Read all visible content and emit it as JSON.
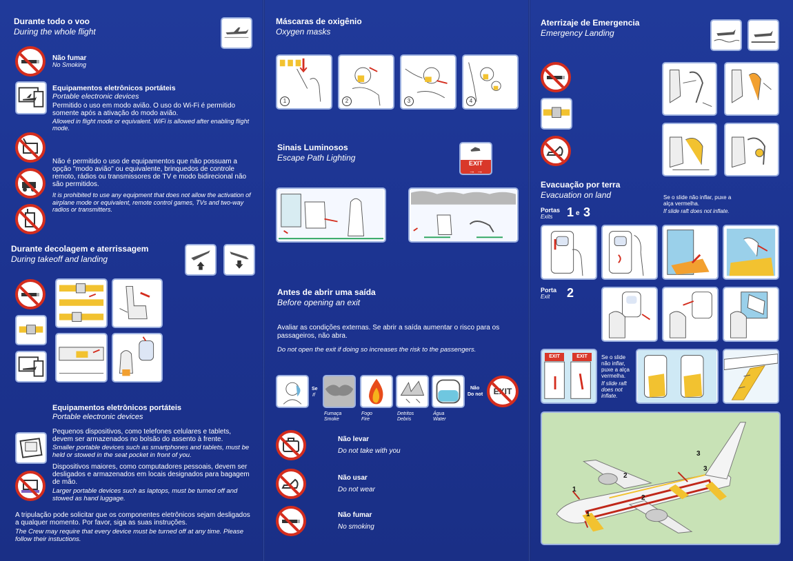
{
  "left": {
    "during_flight": {
      "title_pt": "Durante todo o voo",
      "title_en": "During the whole flight"
    },
    "no_smoking": {
      "pt": "Não fumar",
      "en": "No Smoking"
    },
    "ped": {
      "title_pt": "Equipamentos eletrônicos portáteis",
      "title_en": "Portable electronic devices",
      "body_pt": "Permitido o uso em modo avião. O uso do Wi-Fi é permitido somente após a ativação do modo avião.",
      "body_en": "Allowed in flight mode or equivalent. WiFi is allowed after enabling flight mode."
    },
    "prohibited": {
      "pt": "Não é permitido o uso de equipamentos  que não possuam a opção \"modo avião\" ou equivalente, brinquedos de controle remoto, rádios ou transmissores de TV e modo bidirecional não são permitidos.",
      "en": "It is prohibited to use any equipment that does not allow the activation of airplane mode or equivalent, remote control games, TVs and two-way radios or transmitters."
    },
    "takeoff": {
      "title_pt": "Durante decolagem e aterrissagem",
      "title_en": "During takeoff and landing"
    },
    "ped2": {
      "title_pt": "Equipamentos eletrônicos portáteis",
      "title_en": "Portable electronic devices",
      "small_pt": "Pequenos dispositivos, como telefones celulares e tablets, devem ser armazenados no bolsão do assento à frente.",
      "small_en": "Smaller portable devices such as smartphones and tablets, must be held or stowed in the seat pocket in front of you.",
      "large_pt": "Dispositivos maiores, como computadores pessoais, devem ser desligados e armazenados em locais designados para bagagem de mão.",
      "large_en": "Larger portable devices such as laptops, must be turned off and stowed as hand luggage.",
      "crew_pt": "A tripulação pode solicitar que os componentes eletrônicos sejam desligados a qualquer momento. Por favor, siga as suas instruções.",
      "crew_en": "The Crew may require that every device must be turned off at any time. Please follow their instuctions."
    }
  },
  "middle": {
    "oxygen": {
      "title_pt": "Máscaras de oxigênio",
      "title_en": "Oxygen masks",
      "steps": [
        "1",
        "2",
        "3",
        "4"
      ]
    },
    "lighting": {
      "title_pt": "Sinais Luminosos",
      "title_en": "Escape Path Lighting",
      "exit_sign": "EXIT",
      "exit_arrows": "→ →"
    },
    "before_exit": {
      "title_pt": "Antes de abrir uma saída",
      "title_en": "Before opening an exit",
      "body_pt": "Avaliar as condições externas. Se abrir a saída aumentar o risco para os passageiros, não abra.",
      "body_en": "Do not open the exit if doing so increases the risk to the passengers.",
      "se_pt": "Se",
      "se_en": "If",
      "hazards": [
        {
          "pt": "Fumaça",
          "en": "Smoke"
        },
        {
          "pt": "Fogo",
          "en": "Fire"
        },
        {
          "pt": "Detritos",
          "en": "Debris"
        },
        {
          "pt": "Água",
          "en": "Water"
        }
      ],
      "nao_pt": "Não",
      "nao_en": "Do not",
      "exit_word": "EXIT"
    },
    "rules": [
      {
        "pt": "Não levar",
        "en": "Do not take with you"
      },
      {
        "pt": "Não usar",
        "en": "Do not wear"
      },
      {
        "pt": "Não fumar",
        "en": "No smoking"
      }
    ]
  },
  "right": {
    "emergency": {
      "title_pt": "Aterrizaje de Emergencia",
      "title_en": "Emergency Landing"
    },
    "evac": {
      "title_pt": "Evacuação por terra",
      "title_en": "Evacuation on land",
      "slide_note_pt": "Se o slide não inflar, puxe a alça vermelha.",
      "slide_note_en": "If slide raft does not inflate.",
      "doors_pt": "Portas",
      "doors_en": "Exits",
      "doors_num_a": "1",
      "doors_e": "e",
      "doors_num_b": "3",
      "door_pt": "Porta",
      "door_en": "Exit",
      "door_num": "2",
      "slide2_pt": "Se o slide não inflar, puxe a alça vermelha.",
      "slide2_en": "If slide raft does not inflate.",
      "exit_sign": "EXIT",
      "plane_labels": [
        "1",
        "2",
        "3",
        "1",
        "2",
        "3"
      ]
    }
  },
  "colors": {
    "background": "#1c3390",
    "card": "#ffffff",
    "prohibit": "#d42d1e",
    "accent_yellow": "#f2c230"
  }
}
